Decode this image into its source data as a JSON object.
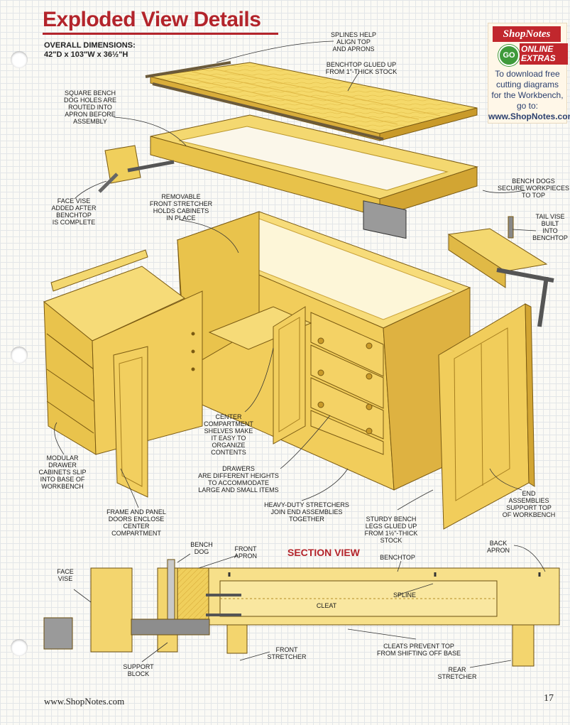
{
  "title": "Exploded View Details",
  "overall": {
    "heading": "OVERALL DIMENSIONS:",
    "dims": "42\"D x 103\"W x 36½\"H"
  },
  "shopnotes": {
    "logo": "ShopNotes",
    "go": "GO",
    "online_extras": "ONLINE EXTRAS",
    "text": "To download free cutting diagrams for the Workbench, go to:",
    "url": "www.ShopNotes.com"
  },
  "callouts": {
    "splines": "SPLINES HELP\nALIGN TOP\nAND APRONS",
    "benchtop_glued": "BENCHTOP GLUED UP\nFROM 1\"-THICK STOCK",
    "square_dog_holes": "SQUARE BENCH\nDOG HOLES ARE\nROUTED INTO\nAPRON BEFORE\nASSEMBLY",
    "face_vise": "FACE VISE\nADDED AFTER\nBENCHTOP\nIS COMPLETE",
    "removable_stretcher": "REMOVABLE\nFRONT STRETCHER\nHOLDS CABINETS\nIN PLACE",
    "bench_dogs": "BENCH DOGS\nSECURE WORKPIECES\nTO TOP",
    "tail_vise": "TAIL VISE\nBUILT\nINTO\nBENCHTOP",
    "center_shelves": "CENTER\nCOMPARTMENT\nSHELVES MAKE\nIT EASY TO\nORGANIZE\nCONTENTS",
    "modular_drawer": "MODULAR\nDRAWER\nCABINETS SLIP\nINTO BASE OF\nWORKBENCH",
    "drawers_heights": "DRAWERS\nARE DIFFERENT HEIGHTS\nTO ACCOMMODATE\nLARGE AND SMALL ITEMS",
    "end_assemblies": "END\nASSEMBLIES\nSUPPORT TOP\nOF WORKBENCH",
    "frame_panel": "FRAME AND PANEL\nDOORS ENCLOSE CENTER\nCOMPARTMENT",
    "heavy_duty": "HEAVY-DUTY STRETCHERS\nJOIN END ASSEMBLIES\nTOGETHER",
    "sturdy_legs": "STURDY BENCH\nLEGS GLUED UP\nFROM 1½\"-THICK\nSTOCK"
  },
  "section_view": {
    "title": "SECTION VIEW",
    "face_vise": "FACE\nVISE",
    "bench_dog": "BENCH\nDOG",
    "front_apron": "FRONT\nAPRON",
    "benchtop": "BENCHTOP",
    "back_apron": "BACK\nAPRON",
    "spline": "SPLINE",
    "cleat": "CLEAT",
    "support_block": "SUPPORT\nBLOCK",
    "front_stretcher": "FRONT\nSTRETCHER",
    "cleats_prevent": "CLEATS PREVENT TOP\nFROM SHIFTING OFF BASE",
    "rear_stretcher": "REAR\nSTRETCHER"
  },
  "footer": {
    "url": "www.ShopNotes.com",
    "page": "17"
  },
  "colors": {
    "title_red": "#b3242b",
    "wood_light": "#f6df7a",
    "wood_mid": "#e8c24a",
    "wood_dark": "#c99a2a"
  }
}
